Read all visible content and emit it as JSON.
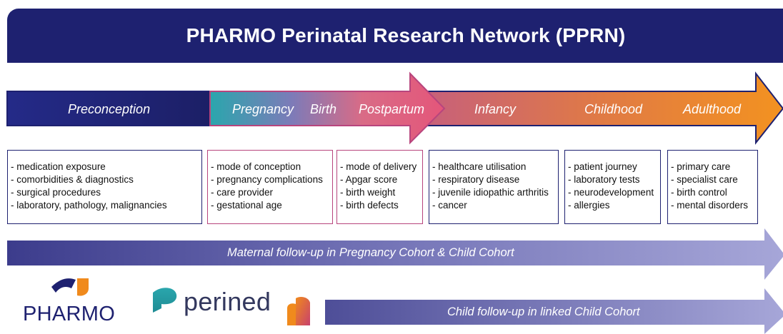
{
  "header": {
    "title": "PHARMO Perinatal Research Network (PPRN)"
  },
  "timeline": {
    "phases": [
      "Preconception",
      "Pregnancy",
      "Birth",
      "Postpartum",
      "Infancy",
      "Childhood",
      "Adulthood"
    ]
  },
  "boxes": [
    {
      "items": [
        "- medication exposure",
        "- comorbidities & diagnostics",
        "- surgical procedures",
        "- laboratory, pathology, malignancies"
      ]
    },
    {
      "items": [
        "- mode of conception",
        "- pregnancy complications",
        "- care provider",
        "- gestational age"
      ]
    },
    {
      "items": [
        "- mode of delivery",
        "- Apgar score",
        "- birth weight",
        "- birth defects"
      ]
    },
    {
      "items": [
        "- healthcare utilisation",
        "- respiratory disease",
        "- juvenile idiopathic arthritis",
        "- cancer"
      ]
    },
    {
      "items": [
        "- patient journey",
        "- laboratory tests",
        "- neurodevelopment",
        "- allergies"
      ]
    },
    {
      "items": [
        "- primary care",
        "- specialist care",
        "- birth control",
        "- mental disorders"
      ]
    }
  ],
  "bands": {
    "maternal": "Maternal follow-up in Pregnancy Cohort & Child Cohort",
    "child": "Child follow-up in linked Child Cohort"
  },
  "logos": {
    "pharmo": "PHARMO",
    "perined": "perined"
  },
  "colors": {
    "navy": "#1e2170",
    "pink": "#b8457d",
    "teal": "#2aa6ad",
    "orange": "#f08a1c",
    "lavender": "#8c8cc8"
  }
}
